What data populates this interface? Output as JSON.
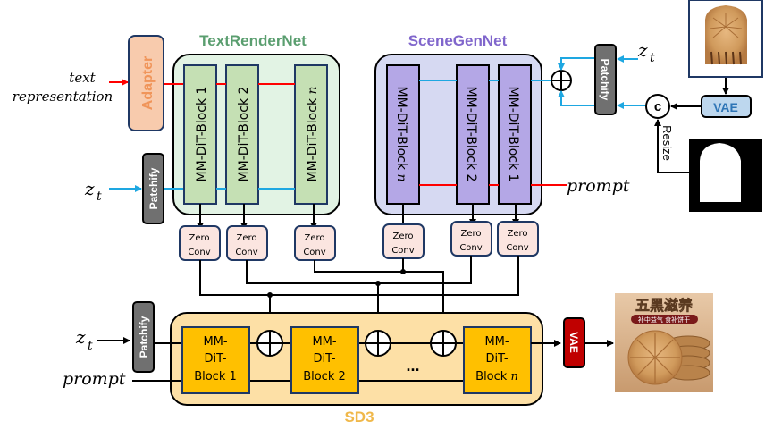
{
  "titles": {
    "text_render_net": "TextRenderNet",
    "scene_gen_net": "SceneGenNet",
    "sd3": "SD3"
  },
  "colors": {
    "text_render_net_title": "#5a9e6f",
    "scene_gen_net_title": "#8066cc",
    "sd3_title": "#f0b84a",
    "text_render_bg": "#e2f3e4",
    "text_render_block": "#c5e0b4",
    "scene_gen_bg": "#d6d9f2",
    "scene_gen_block": "#b4a7e6",
    "sd3_bg": "#fde0a6",
    "sd3_block": "#ffc000",
    "adapter": "#f8cbad",
    "adapter_text": "#f0955a",
    "patchify": "#707070",
    "zero_conv": "#fbe5e0",
    "vae_out": "#c00000",
    "vae_in": "#bdd7ee",
    "vae_in_text": "#2e75b6",
    "cond_line": "#ff0000",
    "latent_line": "#1ea7e1"
  },
  "inputs": {
    "text_representation_line1": "text",
    "text_representation_line2": "representation",
    "zt": "z",
    "zt_sub": "t",
    "prompt": "prompt"
  },
  "modules": {
    "adapter": "Adapter",
    "patchify": "Patchify",
    "vae": "VAE",
    "concat_symbol": "c",
    "resize": "Resize",
    "zero_conv_line1": "Zero",
    "zero_conv_line2": "Conv",
    "ellipsis": "..."
  },
  "text_render_blocks": [
    {
      "label": "MM-DiT-Block 1"
    },
    {
      "label": "MM-DiT-Block 2"
    },
    {
      "label": "MM-DiT-Block ",
      "suffix": "n"
    }
  ],
  "scene_gen_blocks": [
    {
      "label": "MM-DiT-Block ",
      "suffix": "n"
    },
    {
      "label": "MM-DiT-Block 2"
    },
    {
      "label": "MM-DiT-Block 1"
    }
  ],
  "sd3_blocks": [
    {
      "line1": "MM-",
      "line2": "DiT-",
      "line3": "Block 1"
    },
    {
      "line1": "MM-",
      "line2": "DiT-",
      "line3": "Block 2"
    },
    {
      "line1": "MM-",
      "line2": "DiT-",
      "line3": "Block ",
      "suffix": "n"
    }
  ],
  "output_image": {
    "headline": "五黑滋养",
    "subline": "补中益气 食补饼干"
  },
  "images": {
    "input_product": "cookie-product-image",
    "input_mask": "cookie-mask-image",
    "output": "generated-poster-image"
  }
}
